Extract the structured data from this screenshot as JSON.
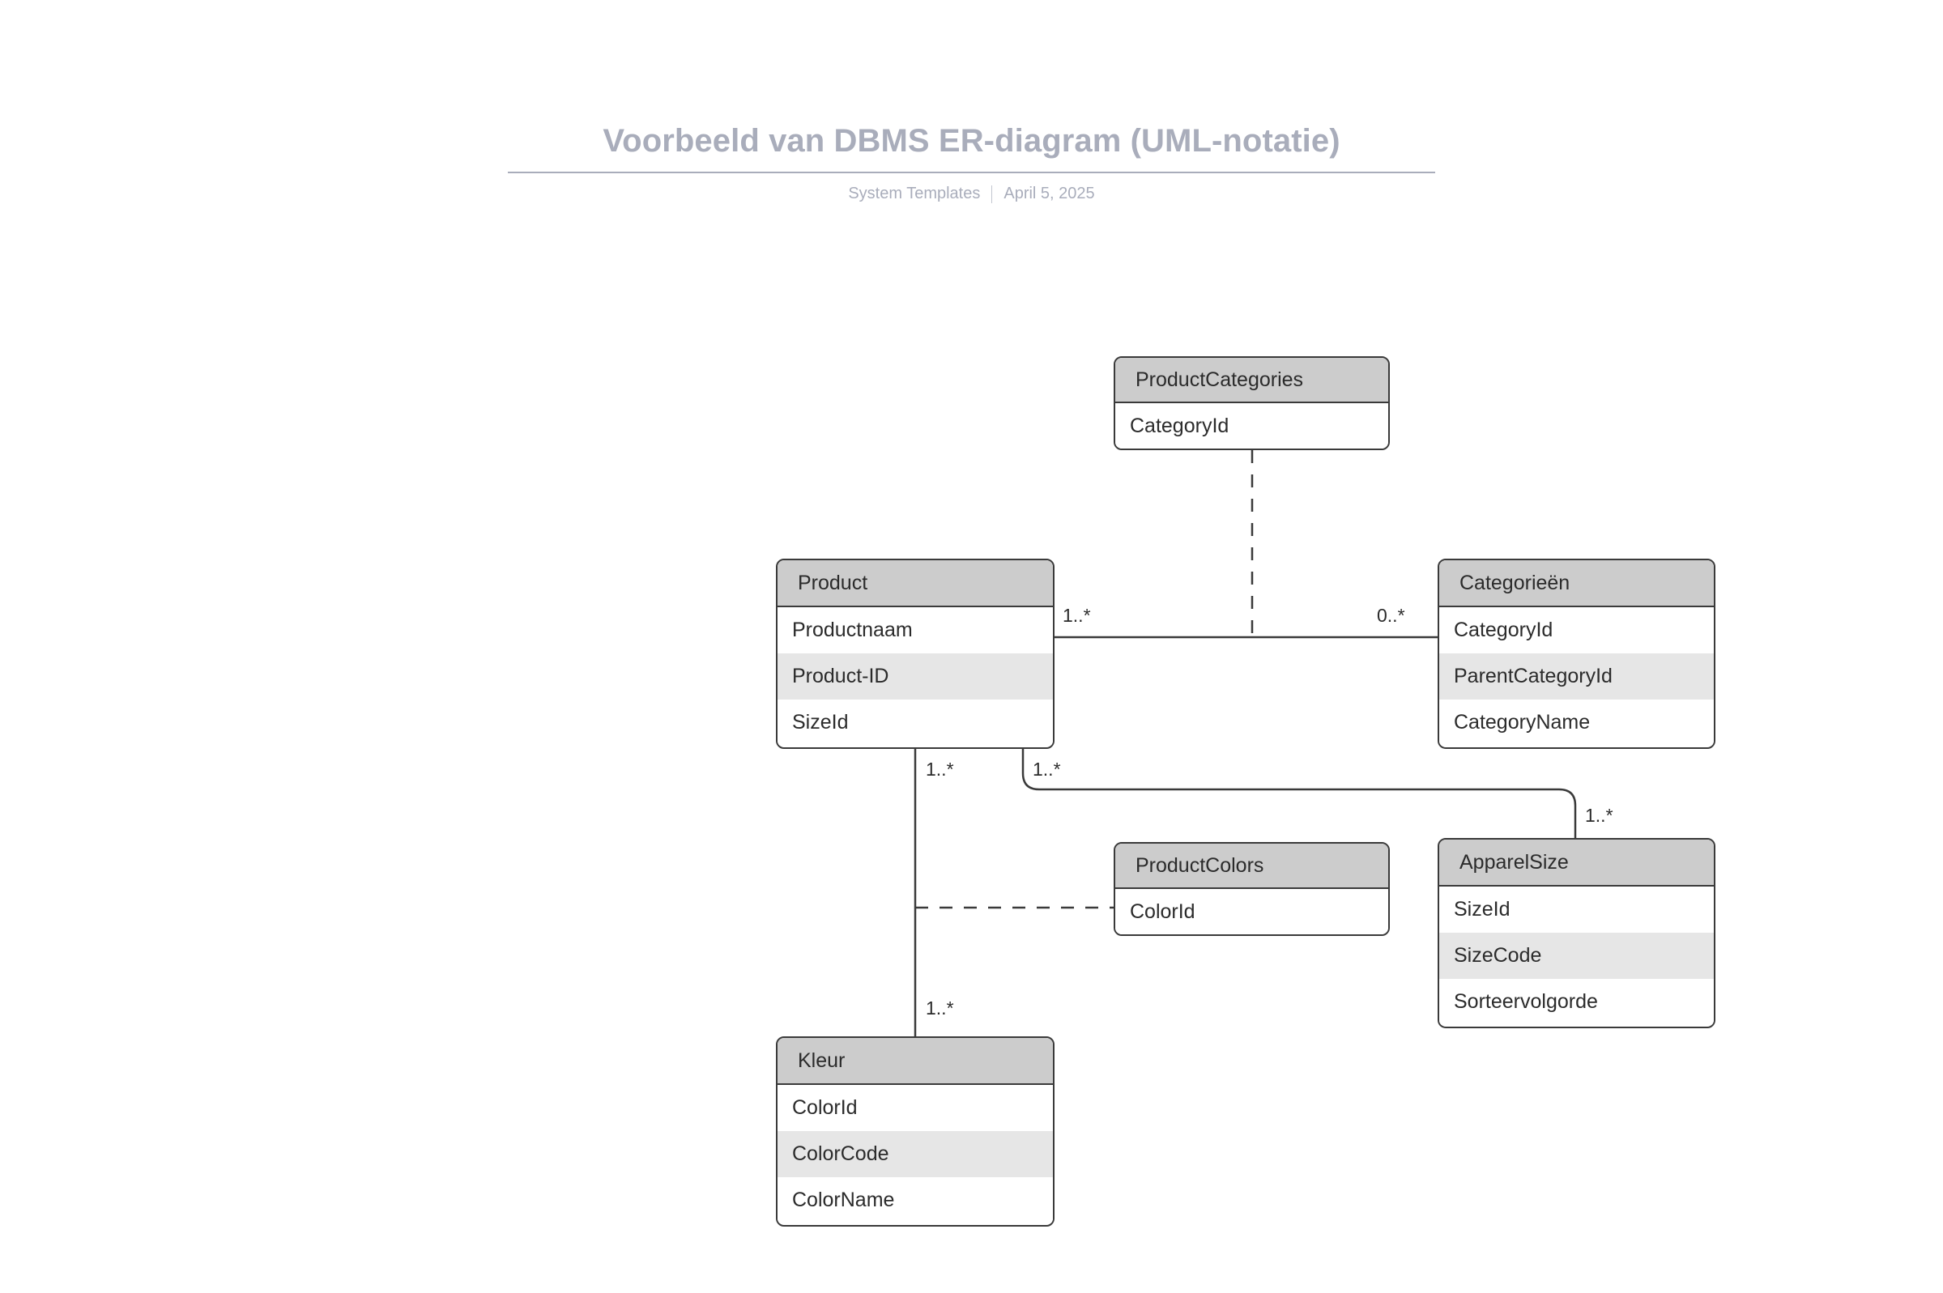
{
  "header": {
    "title": "Voorbeeld van DBMS ER-diagram (UML-notatie)",
    "source": "System Templates",
    "date": "April 5, 2025"
  },
  "diagram": {
    "type": "uml-class-er-diagram",
    "entities": [
      {
        "id": "productcategories",
        "name": "ProductCategories",
        "attributes": [
          "CategoryId"
        ]
      },
      {
        "id": "product",
        "name": "Product",
        "attributes": [
          "Productnaam",
          "Product-ID",
          "SizeId"
        ]
      },
      {
        "id": "categorieen",
        "name": "Categorieën",
        "attributes": [
          "CategoryId",
          "ParentCategoryId",
          "CategoryName"
        ]
      },
      {
        "id": "productcolors",
        "name": "ProductColors",
        "attributes": [
          "ColorId"
        ]
      },
      {
        "id": "apparelsize",
        "name": "ApparelSize",
        "attributes": [
          "SizeId",
          "SizeCode",
          "Sorteervolgorde"
        ]
      },
      {
        "id": "kleur",
        "name": "Kleur",
        "attributes": [
          "ColorId",
          "ColorCode",
          "ColorName"
        ]
      }
    ],
    "relationships": [
      {
        "id": "product-categorieen",
        "from": "product",
        "to": "categorieen",
        "style": "solid",
        "from_multiplicity": "1..*",
        "to_multiplicity": "0..*"
      },
      {
        "id": "productcategories-assoc",
        "from": "productcategories",
        "to": "product-categorieen",
        "style": "dashed",
        "from_multiplicity": "",
        "to_multiplicity": ""
      },
      {
        "id": "product-kleur",
        "from": "product",
        "to": "kleur",
        "style": "solid",
        "from_multiplicity": "1..*",
        "to_multiplicity": "1..*"
      },
      {
        "id": "product-apparelsize",
        "from": "product",
        "to": "apparelsize",
        "style": "solid",
        "from_multiplicity": "1..*",
        "to_multiplicity": "1..*"
      },
      {
        "id": "productcolors-assoc",
        "from": "productcolors",
        "to": "product-kleur",
        "style": "dashed",
        "from_multiplicity": "",
        "to_multiplicity": ""
      }
    ],
    "multiplicity_labels": [
      {
        "id": "m-product-to-categorieen",
        "text": "1..*"
      },
      {
        "id": "m-categorieen-to-product",
        "text": "0..*"
      },
      {
        "id": "m-product-to-kleur",
        "text": "1..*"
      },
      {
        "id": "m-product-to-apparelsize",
        "text": "1..*"
      },
      {
        "id": "m-apparelsize-to-product",
        "text": "1..*"
      },
      {
        "id": "m-kleur-to-product",
        "text": "1..*"
      }
    ]
  },
  "colors": {
    "header_fill": "#cccccc",
    "alt_row_fill": "#e6e6e6",
    "box_stroke": "#3a3a3a",
    "title_text": "#a9adbb",
    "edge_stroke": "#3a3a3a"
  }
}
